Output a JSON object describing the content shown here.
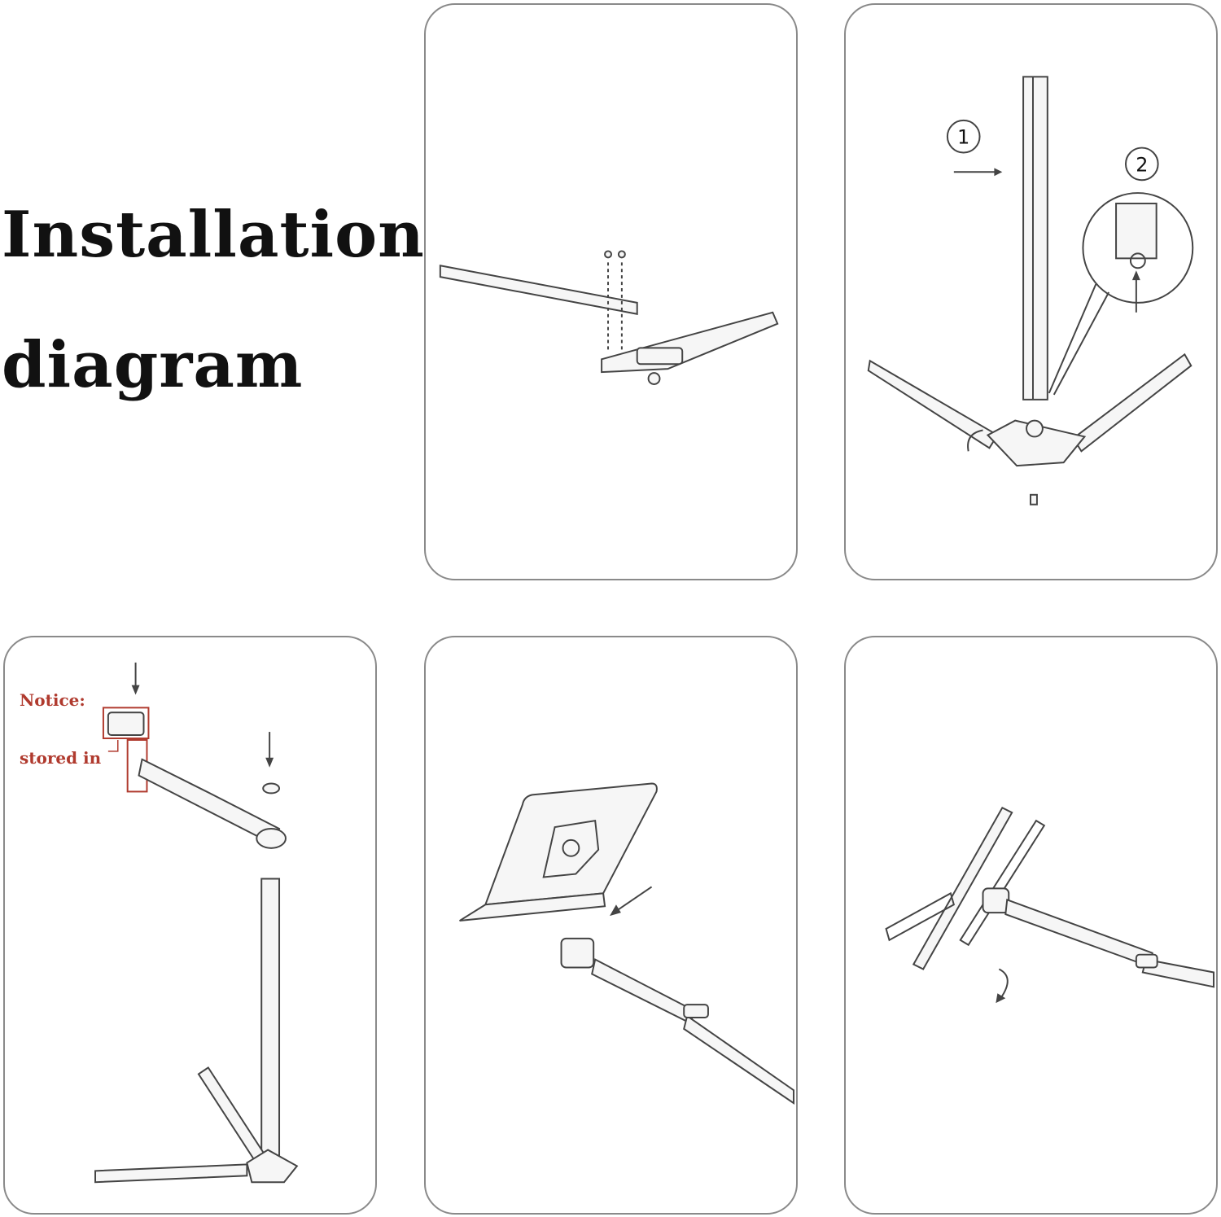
{
  "title_line1": "Installation",
  "title_line2": "diagram",
  "notice_label": "Notice:",
  "stored_label": "stored in",
  "step_labels": [
    "1",
    "2"
  ],
  "colors": {
    "notice_text": "#b03a2e",
    "panel_border": "#8a8a8a",
    "line_art": "#444444"
  }
}
